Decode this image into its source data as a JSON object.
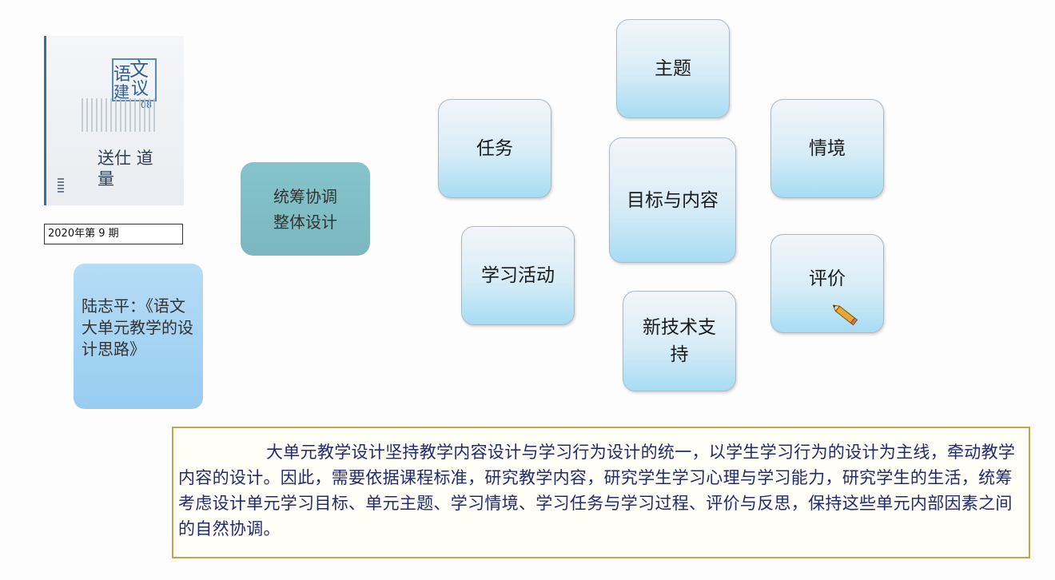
{
  "cover": {
    "title_chars": [
      "文",
      "议",
      "语",
      "建"
    ],
    "issue_mark": "08",
    "brush_text": "送仕 道量"
  },
  "issue_label": "2020年第 9 期",
  "author_box": {
    "text": "陆志平：《语文大单元教学的设计思路》"
  },
  "overall_box": {
    "line1": "统筹协调",
    "line2": "整体设计"
  },
  "nodes": {
    "center": "目标与内容",
    "theme": "主题",
    "task": "任务",
    "context": "情境",
    "activity": "学习活动",
    "evaluation": "评价",
    "technology": "新技术支持"
  },
  "note": {
    "text": "大单元教学设计坚持教学内容设计与学习行为设计的统一，以学生学习行为的设计为主线，牵动教学内容的设计。因此，需要依据课程标准，研究教学内容，研究学生学习心理与学习能力，研究学生的生活，统筹考虑设计单元学习目标、单元主题、学习情境、学习任务与学习过程、评价与反思，保持这些单元内部因素之间的自然协调。"
  },
  "icons": {
    "evaluation_icon": "pencil-icon"
  }
}
